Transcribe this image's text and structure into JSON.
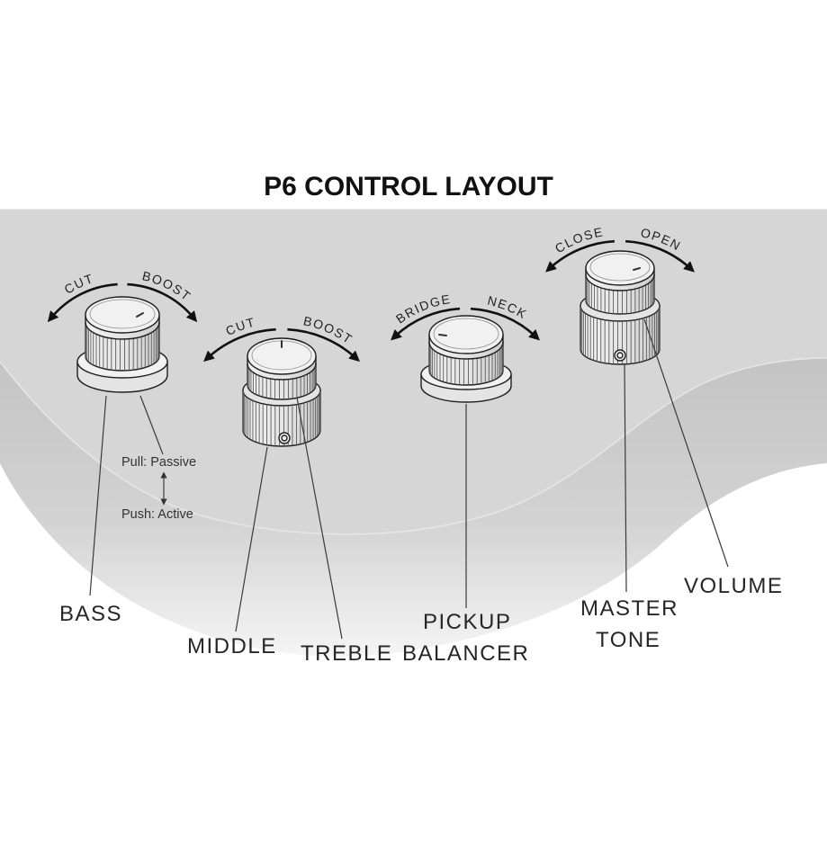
{
  "title": "P6 CONTROL LAYOUT",
  "colors": {
    "body_top": "#d6d6d6",
    "knob_fill": "#e4e4e4",
    "cap_fill": "#f1f1f1",
    "outline": "#1f1f1f",
    "arrow": "#111111"
  },
  "knobs": {
    "bass": {
      "arc_left": "CUT",
      "arc_right": "BOOST",
      "label": "BASS",
      "switch_pull": "Pull: Passive",
      "switch_push": "Push: Active"
    },
    "middle_treble": {
      "arc_left": "CUT",
      "arc_right": "BOOST",
      "lower_label": "MIDDLE",
      "upper_label": "TREBLE"
    },
    "pickup_balancer": {
      "arc_left": "BRIDGE",
      "arc_right": "NECK",
      "label_line1": "PICKUP",
      "label_line2": "BALANCER"
    },
    "volume_tone": {
      "arc_left": "CLOSE",
      "arc_right": "OPEN",
      "lower_label_line1": "MASTER",
      "lower_label_line2": "TONE",
      "upper_label": "VOLUME"
    }
  }
}
